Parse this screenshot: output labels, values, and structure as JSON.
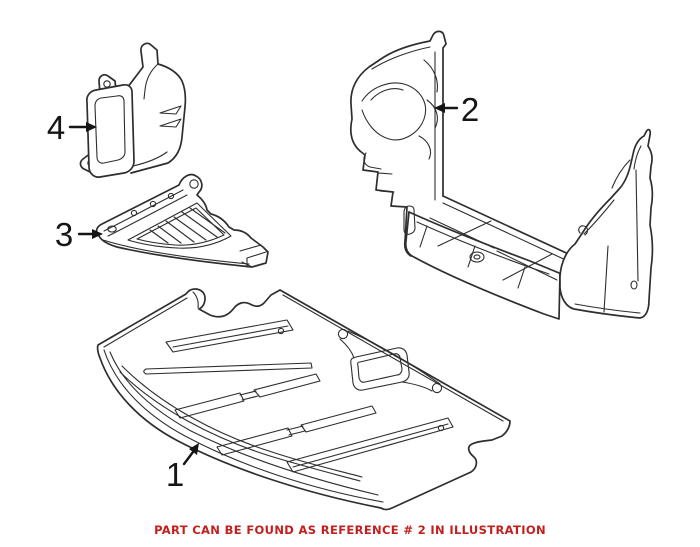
{
  "page": {
    "background": "#ffffff"
  },
  "diagram": {
    "description": "exploded-parts line illustration",
    "line_color": "#2e2e2e",
    "label_color": "#151515",
    "callouts": [
      {
        "number": "1",
        "arrow_direction": "up-right"
      },
      {
        "number": "2",
        "arrow_direction": "left"
      },
      {
        "number": "3",
        "arrow_direction": "right"
      },
      {
        "number": "4",
        "arrow_direction": "right"
      }
    ]
  },
  "caption": {
    "text": "PART CAN BE FOUND AS REFERENCE # 2 IN ILLUSTRATION",
    "color": "#C2201F"
  }
}
